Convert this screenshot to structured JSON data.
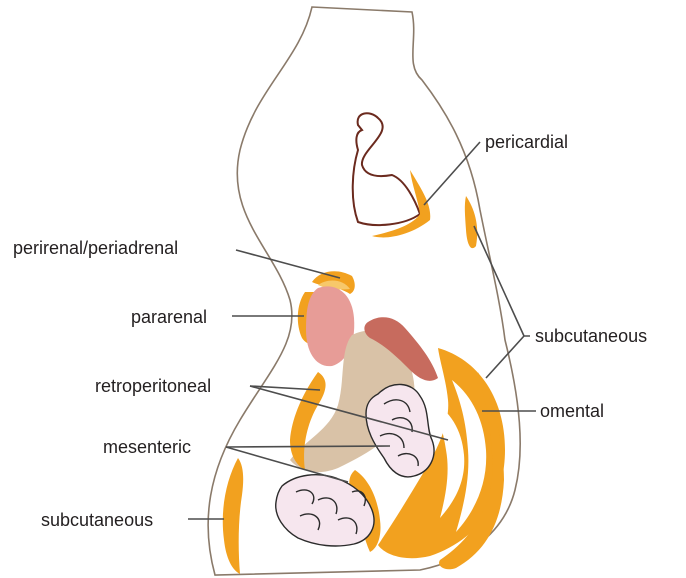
{
  "labels": {
    "pericardial": "pericardial",
    "perirenal": "perirenal/periadrenal",
    "pararenal": "pararenal",
    "retroperitoneal": "retroperitoneal",
    "mesenteric": "mesenteric",
    "subcutaneous_left": "subcutaneous",
    "subcutaneous_right": "subcutaneous",
    "omental": "omental"
  },
  "colors": {
    "fat": "#f2a11f",
    "fat_light": "#f7c86a",
    "kidney": "#e79c97",
    "kidney_dark": "#c76b5e",
    "retroperitoneum": "#d9c2a7",
    "intestine": "#f6e6ee",
    "body_outline": "#8a7a6a",
    "heart_outline": "#6b2a1e"
  }
}
